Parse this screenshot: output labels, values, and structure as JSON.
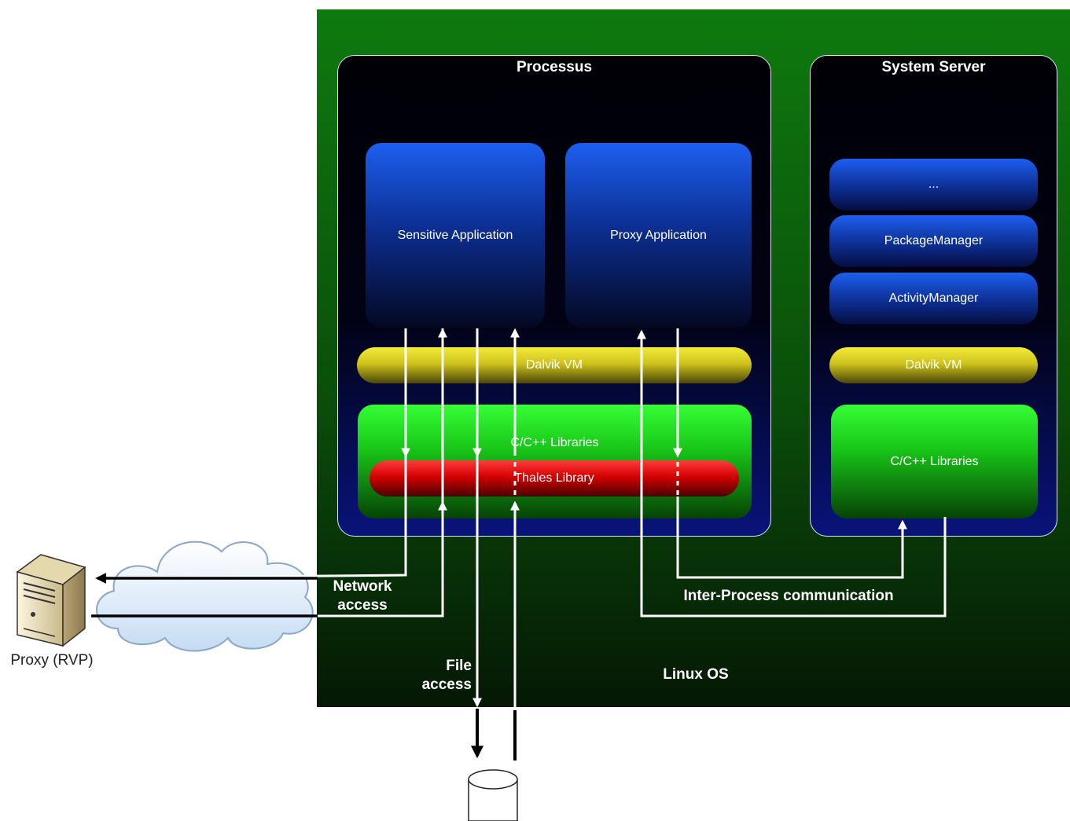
{
  "diagram": {
    "linux_os": "Linux OS",
    "processus": {
      "title": "Processus",
      "sensitive_app": "Sensitive Application",
      "proxy_app": "Proxy Application",
      "dalvik_vm": "Dalvik VM",
      "libraries": "C/C++ Libraries",
      "thales_library": "Thales Library"
    },
    "system_server": {
      "title": "System Server",
      "services": [
        "...",
        "PackageManager",
        "ActivityManager"
      ],
      "dalvik_vm": "Dalvik VM",
      "libraries": "C/C++ Libraries"
    },
    "labels": {
      "network_access": "Network access",
      "file_access": "File access",
      "ipc": "Inter-Process communication",
      "proxy": "Proxy (RVP)"
    },
    "icons": [
      "server-icon",
      "cloud-icon",
      "database-icon"
    ]
  }
}
